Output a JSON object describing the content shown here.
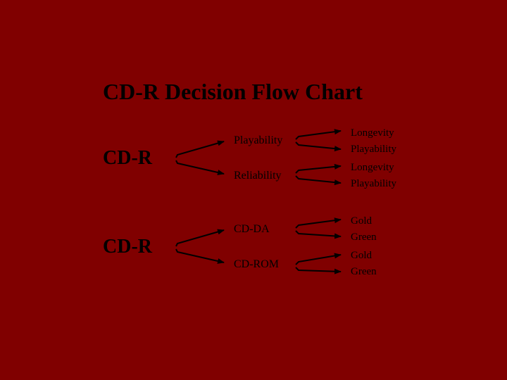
{
  "title": "CD-R Decision Flow Chart",
  "colors": {
    "background": "#800000",
    "text": "#000000",
    "arrows": "#000000"
  },
  "tree1": {
    "root": "CD-R",
    "branch_a": {
      "label": "Playability",
      "leaves": [
        "Longevity",
        "Playability"
      ]
    },
    "branch_b": {
      "label": "Reliability",
      "leaves": [
        "Longevity",
        "Playability"
      ]
    }
  },
  "tree2": {
    "root": "CD-R",
    "branch_a": {
      "label": "CD-DA",
      "leaves": [
        "Gold",
        "Green"
      ]
    },
    "branch_b": {
      "label": "CD-ROM",
      "leaves": [
        "Gold",
        "Green"
      ]
    }
  }
}
